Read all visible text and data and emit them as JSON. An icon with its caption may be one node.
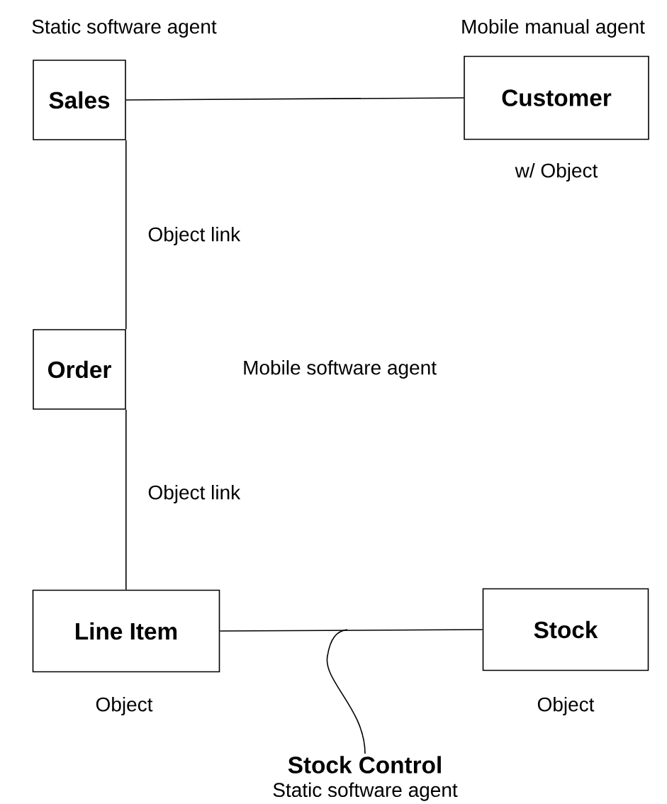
{
  "diagram": {
    "nodes": [
      {
        "text": [
          "Sales"
        ],
        "beside": [
          "Static software agent"
        ]
      },
      {
        "text": [
          "Customer"
        ],
        "beside": [
          "Mobile manual agent",
          "w/ Object"
        ]
      },
      {
        "text": [
          "Order"
        ]
      },
      {
        "text": [
          "Line Item"
        ],
        "beside": [
          "Object"
        ]
      },
      {
        "text": [
          "Stock"
        ],
        "beside": [
          "Object"
        ]
      },
      {
        "text": [
          "Stock Control",
          "Static software agent"
        ]
      }
    ],
    "edges": [
      {
        "from": 0,
        "to": 1,
        "arrow": "none"
      },
      {
        "from": 0,
        "to": 2,
        "arrow": "none",
        "label": "Object link"
      },
      {
        "from": 2,
        "to": 3,
        "arrow": "none",
        "label": "Object link"
      },
      {
        "from": 3,
        "to": 4,
        "arrow": "none"
      },
      {
        "from": 5,
        "to": null,
        "arrow": "none"
      }
    ],
    "labels": [
      "Mobile software agent"
    ]
  }
}
